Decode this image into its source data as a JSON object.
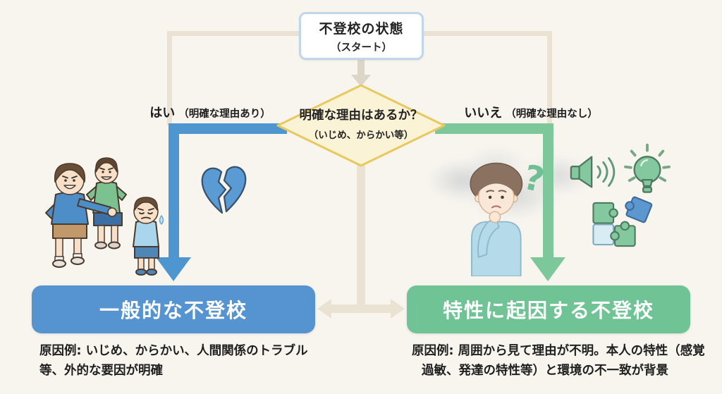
{
  "colors": {
    "background": "#F8F5EF",
    "connector": "#EAE2D3",
    "start_arrow": "#DCD6C9",
    "start_border": "#BFD7E8",
    "blue": "#5594D0",
    "green": "#6FC394",
    "arrow_blue": "#4E96D0",
    "arrow_green": "#7CC89A",
    "diamond_fill": "#FBF3D6",
    "diamond_border": "#E8C95F",
    "text_dark": "#242424"
  },
  "flow": {
    "start": {
      "title": "不登校の状態",
      "subtitle": "（スタート）"
    },
    "decision": {
      "question": "明確な理由はあるか？",
      "example": "（いじめ、からかい等）"
    },
    "yes_branch": {
      "label": "はい",
      "note": "（明確な理由あり）"
    },
    "no_branch": {
      "label": "いいえ",
      "note": "（明確な理由なし）"
    },
    "left_result": {
      "title": "一般的な不登校",
      "caption_line1": "原因例: いじめ、からかい、人間関係のトラブル",
      "caption_line2": "等、外的な要因が明確"
    },
    "right_result": {
      "title": "特性に起因する不登校",
      "caption_line1": "原因例: 周囲から見て理由が不明。本人の特性（感覚",
      "caption_line2": "過敏、発達の特性等）と環境の不一致が背景"
    }
  },
  "icons": {
    "question_mark": "?",
    "broken_heart": "broken-heart-icon",
    "speaker": "speaker-sound-icon",
    "lightbulb": "lightbulb-icon",
    "puzzle": "puzzle-pieces-icon",
    "bullying_scene": "bullying-children-illustration",
    "confused_boy": "confused-boy-illustration"
  }
}
